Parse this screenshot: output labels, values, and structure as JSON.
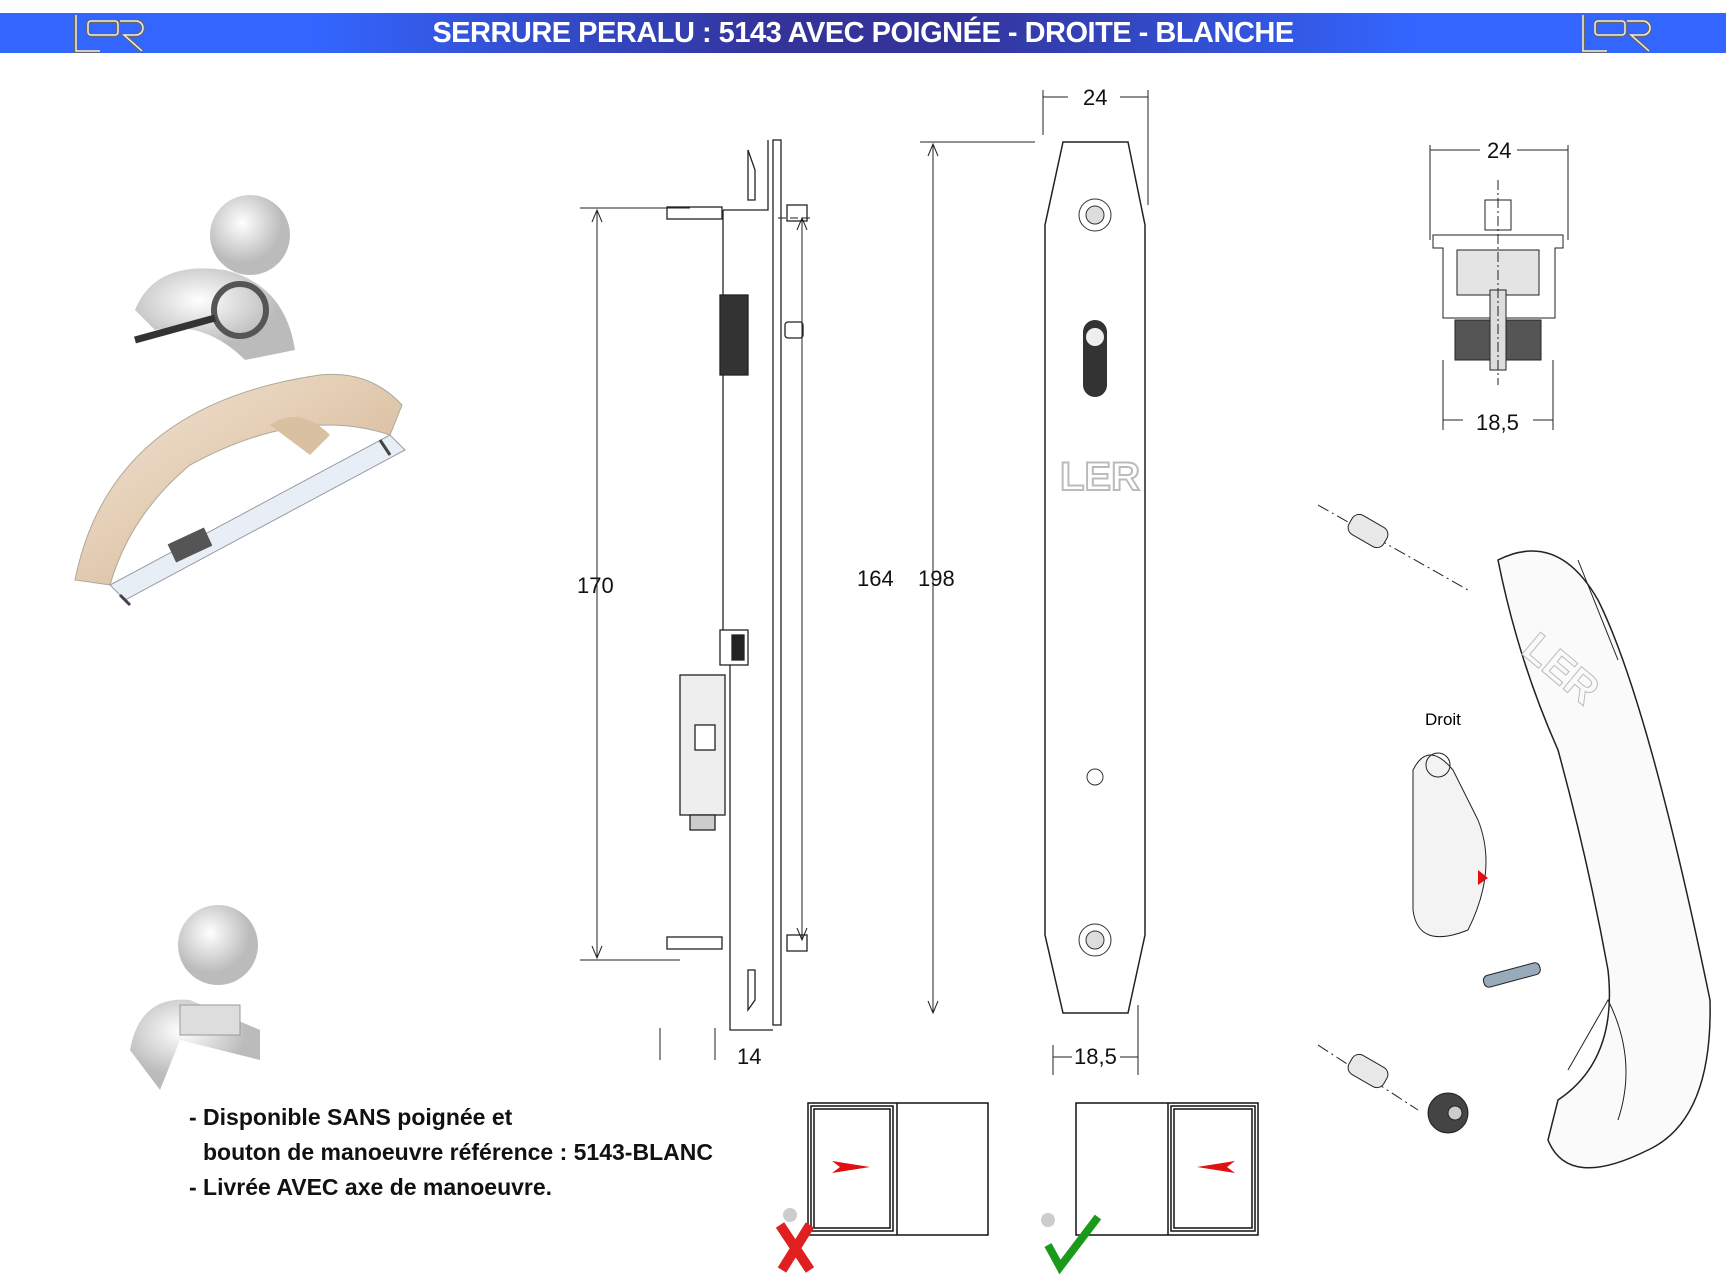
{
  "header": {
    "title": "SERRURE PERALU : 5143 AVEC POIGNÉE - DROITE - BLANCHE",
    "logo_text": "LER"
  },
  "dimensions": {
    "side_height_total": "170",
    "side_height_inner": "164",
    "front_height": "198",
    "front_width_top": "24",
    "front_width_bottom": "18,5",
    "side_depth": "14",
    "detail_width_top": "24",
    "detail_width_bottom": "18,5"
  },
  "handle_label": "Droit",
  "notes": [
    "- Disponible SANS poignée et",
    "bouton de manoeuvre référence : 5143-BLANC",
    "- Livrée AVEC axe de manoeuvre."
  ],
  "colors": {
    "header_blue": "#3366ff",
    "header_dark": "#333399",
    "arrow_red": "#e01010",
    "check_green": "#1a9a1a"
  }
}
